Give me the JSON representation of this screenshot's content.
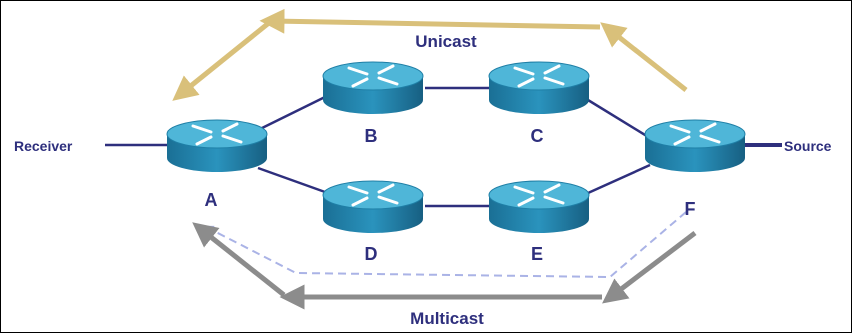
{
  "diagram": {
    "title_top": "Unicast",
    "title_bottom": "Multicast",
    "receiver_label": "Receiver",
    "source_label": "Source",
    "routers": [
      {
        "id": "A",
        "label": "A"
      },
      {
        "id": "B",
        "label": "B"
      },
      {
        "id": "C",
        "label": "C"
      },
      {
        "id": "D",
        "label": "D"
      },
      {
        "id": "E",
        "label": "E"
      },
      {
        "id": "F",
        "label": "F"
      }
    ],
    "links": [
      [
        "A",
        "B"
      ],
      [
        "B",
        "C"
      ],
      [
        "C",
        "F"
      ],
      [
        "A",
        "D"
      ],
      [
        "D",
        "E"
      ],
      [
        "E",
        "F"
      ]
    ],
    "colors": {
      "router_top": "#4fb6d8",
      "router_side": "#1f7fa6",
      "link": "#2e2f7d",
      "unicast_arrow": "#d9c07a",
      "multicast_arrow": "#9a9a9a",
      "multicast_dashed": "#aab3e6",
      "label_text": "#2e2f7d"
    }
  }
}
